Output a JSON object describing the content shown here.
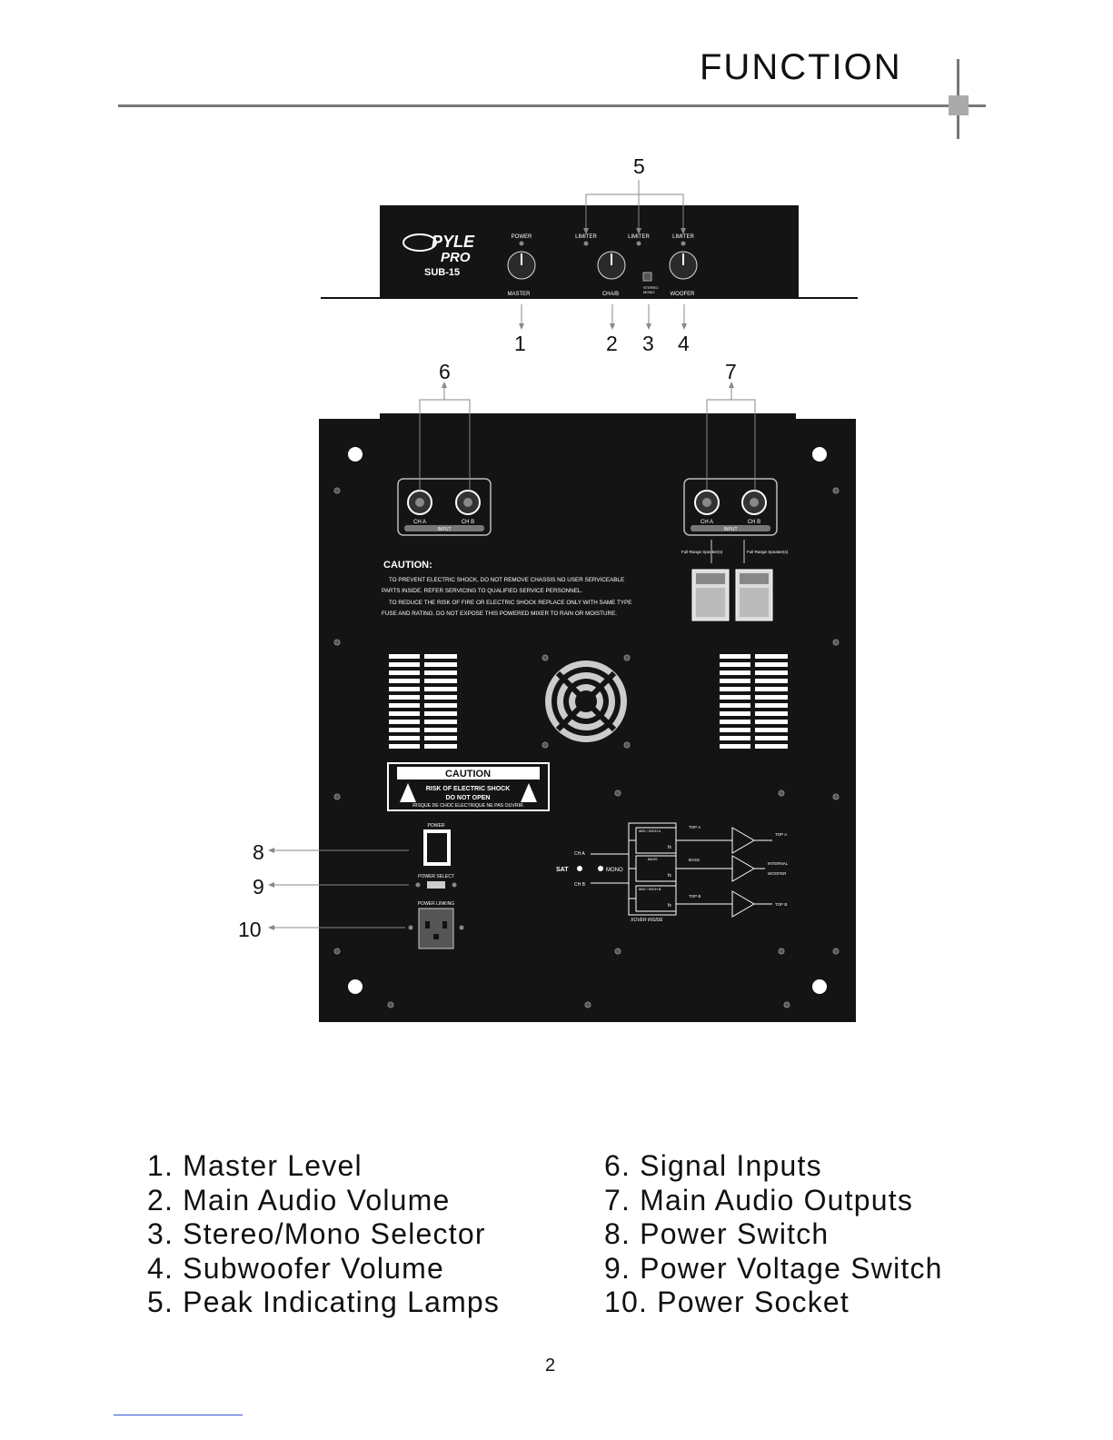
{
  "header": {
    "title": "FUNCTION"
  },
  "front_panel": {
    "brand_line1": "PYLE",
    "brand_line2": "PRO",
    "model": "SUB-15",
    "power_label": "POWER",
    "limiter_label": "LIMITER",
    "knob_master": "MASTER",
    "knob_main": "CHA/B",
    "knob_woofer": "WOOFER",
    "stereo_label": "STEREO",
    "mono_label": "MONO"
  },
  "rear_panel": {
    "ch_a": "CH A",
    "ch_b": "CH B",
    "input_label": "INPUT",
    "speaker_label": "Full-Range Speaker(s)",
    "caution_heading": "CAUTION:",
    "caution_lines": [
      "TO PREVENT ELECTRIC SHOCK, DO NOT REMOVE CHASSIS NO USER SERVICEABLE",
      "PARTS INSIDE. REFER SERVICING TO QUALIFIED SERVICE PERSONNEL.",
      "TO REDUCE THE RISK OF FIRE OR ELECTRIC SHOCK REPLACE ONLY WITH SAME TYPE",
      "FUSE AND RATING. DO NOT EXPOSE THIS POWERED MIXER TO RAIN OR MOISTURE."
    ],
    "caution_box_title": "CAUTION",
    "caution_box_line1": "RISK OF ELECTRIC SHOCK",
    "caution_box_line2": "DO NOT OPEN",
    "caution_box_line3": "RISQUE DE CHOC ELECTRIQUE NE PAS OUVRIR",
    "power_label": "POWER",
    "power_select_label": "POWER SELECT",
    "power_linking_label": "POWER LINKING",
    "diagram": {
      "sat": "SAT",
      "mono": "MONO",
      "ch_a": "CH A",
      "ch_b": "CH B",
      "band_top": "MID / HIGH A",
      "band_mid": "BASS",
      "band_bot": "MID / HIGH B",
      "freq": "fx",
      "top_a": "TOP A",
      "top_b": "TOP B",
      "bass": "BASS",
      "internal": "INTERNAL",
      "woofer": "WOOFER",
      "xover": "XOVER INSIDE"
    }
  },
  "callouts": [
    "1",
    "2",
    "3",
    "4",
    "5",
    "6",
    "7",
    "8",
    "9",
    "10"
  ],
  "legend_left": [
    "1. Master Level",
    "2. Main Audio Volume",
    "3. Stereo/Mono Selector",
    "4. Subwoofer Volume",
    "5. Peak Indicating Lamps"
  ],
  "legend_right": [
    "6. Signal Inputs",
    "7. Main Audio Outputs",
    "8. Power Switch",
    "9. Power Voltage Switch",
    "10. Power Socket"
  ],
  "page_number": "2"
}
